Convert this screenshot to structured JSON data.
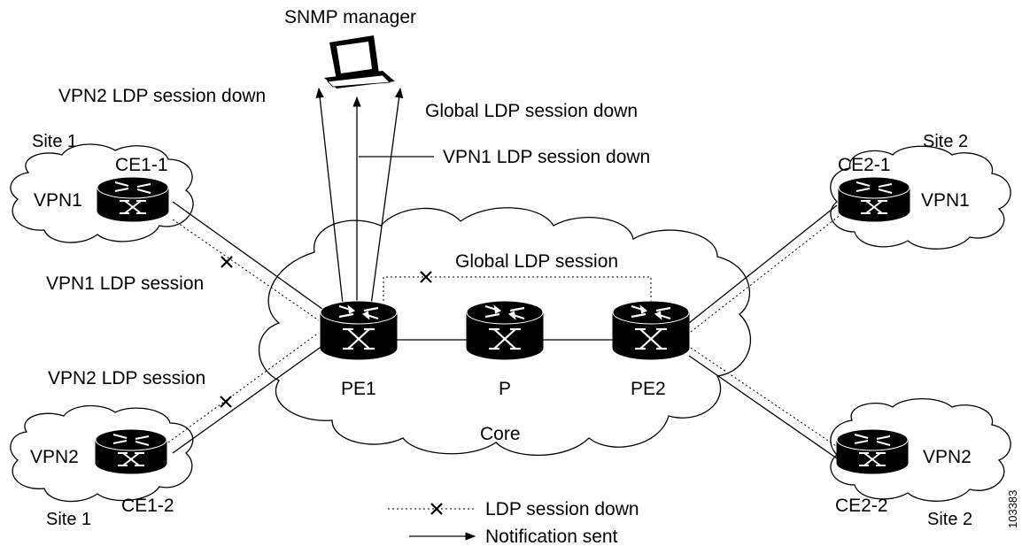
{
  "title": "",
  "manager": {
    "label": "SNMP manager"
  },
  "notifications": {
    "vpn2": "VPN2 LDP session down",
    "global": "Global LDP session down",
    "vpn1": "VPN1 LDP session down"
  },
  "sessions": {
    "global": "Global LDP session",
    "vpn1": "VPN1 LDP session",
    "vpn2": "VPN2 LDP session"
  },
  "core": {
    "label": "Core"
  },
  "routers": {
    "pe1": "PE1",
    "p": "P",
    "pe2": "PE2",
    "ce1_1": "CE1-1",
    "ce1_2": "CE1-2",
    "ce2_1": "CE2-1",
    "ce2_2": "CE2-2"
  },
  "sites": {
    "tl": {
      "site": "Site 1",
      "vpn": "VPN1"
    },
    "bl": {
      "site": "Site 1",
      "vpn": "VPN2"
    },
    "tr": {
      "site": "Site 2",
      "vpn": "VPN1"
    },
    "br": {
      "site": "Site 2",
      "vpn": "VPN2"
    }
  },
  "legend": {
    "session_down": "LDP session down",
    "notification": "Notification sent"
  },
  "figure_id": "103383"
}
